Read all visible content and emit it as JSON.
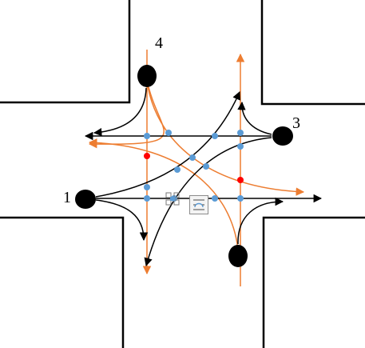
{
  "diagram": {
    "approach_labels": {
      "one": "1",
      "three": "3",
      "four": "4"
    },
    "colors": {
      "curb": "#000000",
      "black_path": "#000000",
      "orange_path": "#ed7d31",
      "conflict_point": "#5b9bd5",
      "critical_point": "#ff0000"
    },
    "editor_handles": [
      {
        "name": "layout-options-icon"
      },
      {
        "name": "wrap-text-icon"
      }
    ]
  }
}
